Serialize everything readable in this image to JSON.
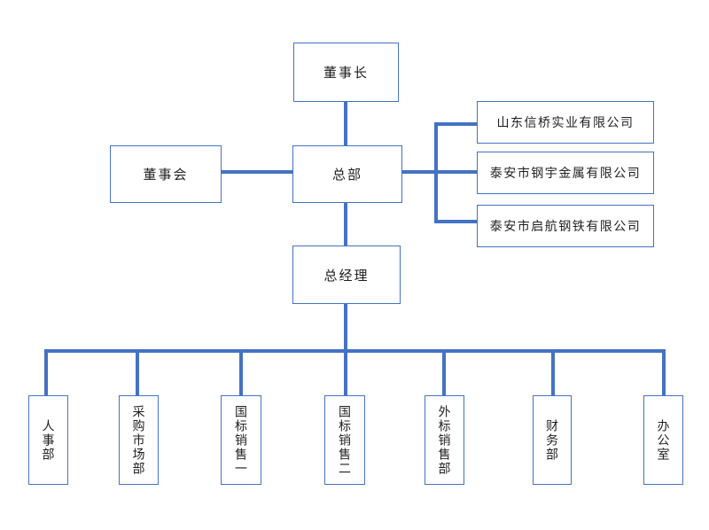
{
  "org_chart": {
    "nodes": {
      "chairman": {
        "label": "董事长"
      },
      "board": {
        "label": "董事会"
      },
      "hq": {
        "label": "总部"
      },
      "gm": {
        "label": "总经理"
      }
    },
    "companies": [
      {
        "label": "山东信桥实业有限公司"
      },
      {
        "label": "泰安市钢宇金属有限公司"
      },
      {
        "label": "泰安市启航钢铁有限公司"
      }
    ],
    "departments": [
      {
        "label": "人事部"
      },
      {
        "label": "采购市场部"
      },
      {
        "label": "国标销售一"
      },
      {
        "label": "国标销售二"
      },
      {
        "label": "外标销售部"
      },
      {
        "label": "财务部"
      },
      {
        "label": "办公室"
      }
    ],
    "colors": {
      "connector": "#4472C4",
      "box_border": "#4472C4",
      "box_fill": "#FFFFFF",
      "text": "#1F1F1F",
      "background": "#FFFFFF"
    }
  }
}
